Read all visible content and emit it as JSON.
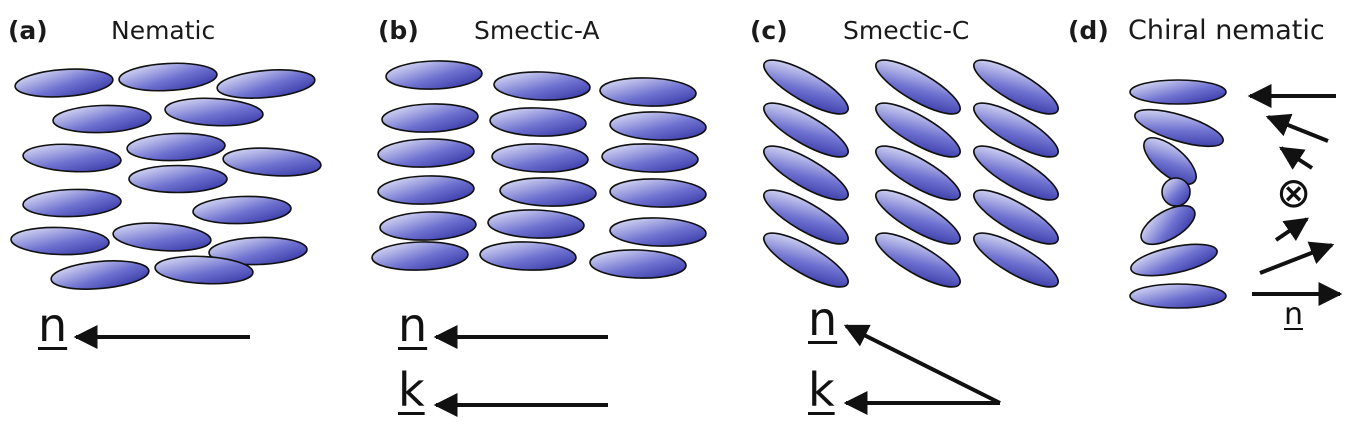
{
  "panels": [
    {
      "label": "(a)",
      "title": "Nematic"
    },
    {
      "label": "(b)",
      "title": "Smectic-A"
    },
    {
      "label": "(c)",
      "title": "Smectic-C"
    },
    {
      "label": "(d)",
      "title": "Chiral nematic"
    }
  ],
  "vectors": {
    "director": "n",
    "layer_normal": "k",
    "into_page_symbol": "⊗"
  },
  "colors": {
    "molecule_fill_light": "#eef0fb",
    "molecule_fill_dark": "#2b2c9e",
    "outline": "#111111"
  }
}
